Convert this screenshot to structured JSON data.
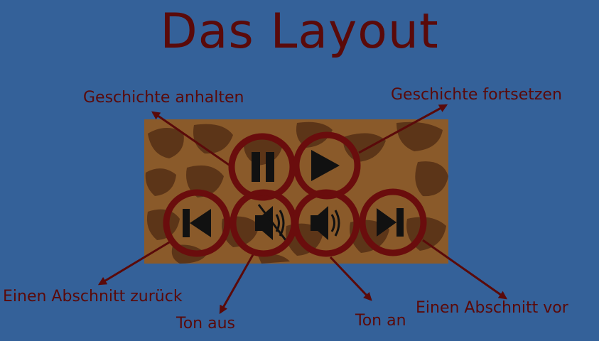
{
  "title": "Das Layout",
  "labels": {
    "pause": "Geschichte anhalten",
    "play": "Geschichte fortsetzen",
    "prev": "Einen Abschnitt zurück",
    "mute": "Ton aus",
    "unmute": "Ton an",
    "next": "Einen Abschnitt vor"
  },
  "colors": {
    "background": "#346199",
    "accent": "#5a0a0a",
    "panel_base": "#8a5a2a",
    "panel_spots": "#5c3518"
  },
  "icons": [
    "pause-icon",
    "play-icon",
    "skip-back-icon",
    "sound-off-icon",
    "sound-on-icon",
    "skip-forward-icon"
  ]
}
